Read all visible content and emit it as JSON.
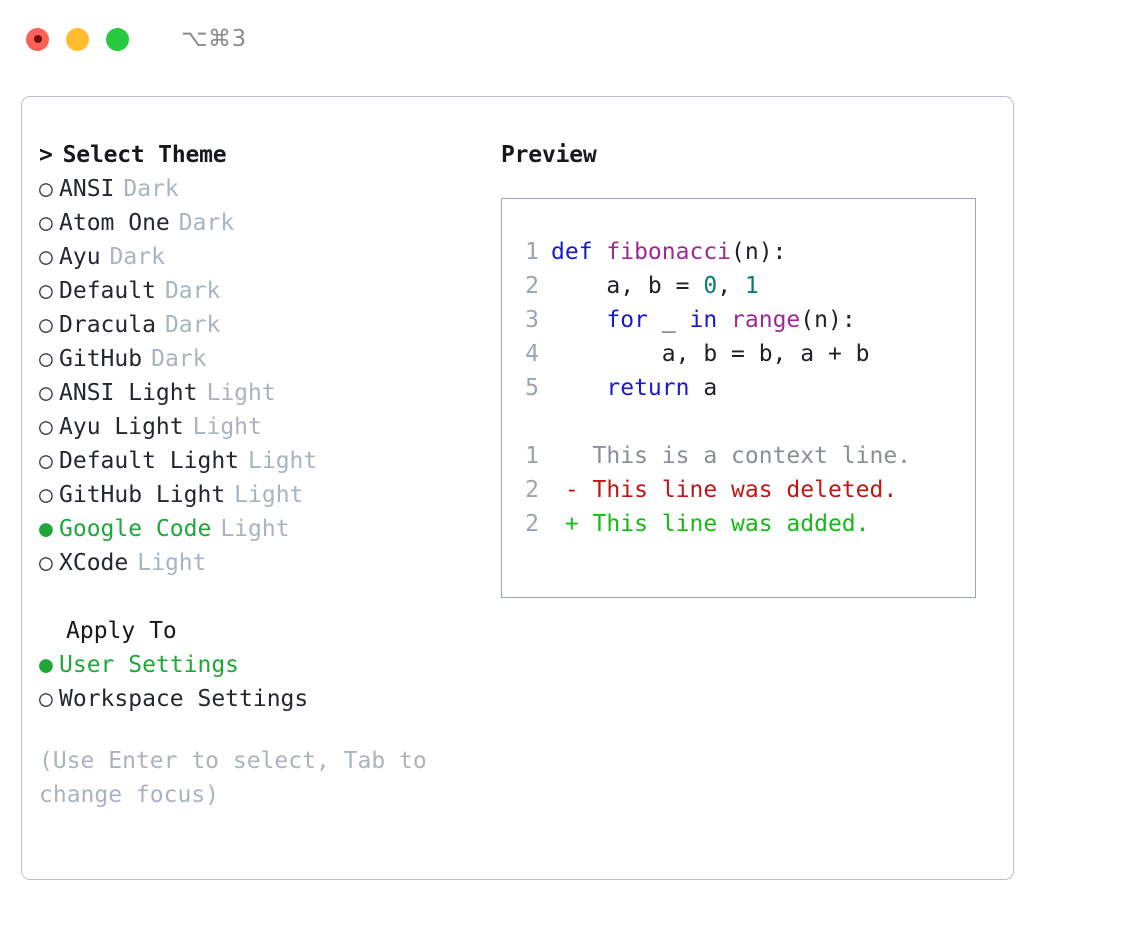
{
  "titlebar": {
    "shortcut": "⌥⌘3",
    "buttons": [
      {
        "name": "close",
        "color": "#ff6057"
      },
      {
        "name": "minimize",
        "color": "#ffbd2e"
      },
      {
        "name": "zoom",
        "color": "#28c840"
      }
    ]
  },
  "theme_picker": {
    "header": "Select Theme",
    "caret": ">",
    "bullet_selected": "●",
    "bullet_unselected": "○",
    "items": [
      {
        "name": "ANSI",
        "badge": "Dark",
        "selected": false
      },
      {
        "name": "Atom One",
        "badge": "Dark",
        "selected": false
      },
      {
        "name": "Ayu",
        "badge": "Dark",
        "selected": false
      },
      {
        "name": "Default",
        "badge": "Dark",
        "selected": false
      },
      {
        "name": "Dracula",
        "badge": "Dark",
        "selected": false
      },
      {
        "name": "GitHub",
        "badge": "Dark",
        "selected": false
      },
      {
        "name": "ANSI Light",
        "badge": "Light",
        "selected": false
      },
      {
        "name": "Ayu Light",
        "badge": "Light",
        "selected": false
      },
      {
        "name": "Default Light",
        "badge": "Light",
        "selected": false
      },
      {
        "name": "GitHub Light",
        "badge": "Light",
        "selected": false
      },
      {
        "name": "Google Code",
        "badge": "Light",
        "selected": true
      },
      {
        "name": "XCode",
        "badge": "Light",
        "selected": false
      }
    ]
  },
  "apply_to": {
    "title": "Apply To",
    "options": [
      {
        "label": "User Settings",
        "selected": true
      },
      {
        "label": "Workspace Settings",
        "selected": false
      }
    ]
  },
  "hint": "(Use Enter to select, Tab to change focus)",
  "preview": {
    "title": "Preview",
    "code_lines": [
      {
        "n": "1",
        "tokens": [
          {
            "t": "def ",
            "c": "kw"
          },
          {
            "t": "fibonacci",
            "c": "fn"
          },
          {
            "t": "(n):",
            "c": "pl"
          }
        ]
      },
      {
        "n": "2",
        "tokens": [
          {
            "t": "    a, b = ",
            "c": "pl"
          },
          {
            "t": "0",
            "c": "num"
          },
          {
            "t": ", ",
            "c": "pl"
          },
          {
            "t": "1",
            "c": "num"
          }
        ]
      },
      {
        "n": "3",
        "tokens": [
          {
            "t": "    ",
            "c": "pl"
          },
          {
            "t": "for",
            "c": "kw"
          },
          {
            "t": " _ ",
            "c": "pl"
          },
          {
            "t": "in",
            "c": "kw"
          },
          {
            "t": " ",
            "c": "pl"
          },
          {
            "t": "range",
            "c": "fn"
          },
          {
            "t": "(n):",
            "c": "pl"
          }
        ]
      },
      {
        "n": "4",
        "tokens": [
          {
            "t": "        a, b = b, a + b",
            "c": "pl"
          }
        ]
      },
      {
        "n": "5",
        "tokens": [
          {
            "t": "    ",
            "c": "pl"
          },
          {
            "t": "return",
            "c": "kw"
          },
          {
            "t": " a",
            "c": "pl"
          }
        ]
      }
    ],
    "diff_lines": [
      {
        "n": "1",
        "marker": " ",
        "text": "This is a context line.",
        "kind": "ctx"
      },
      {
        "n": "2",
        "marker": "-",
        "text": "This line was deleted.",
        "kind": "del"
      },
      {
        "n": "2",
        "marker": "+",
        "text": "This line was added.",
        "kind": "add"
      }
    ]
  },
  "colors": {
    "accent_green": "#1fa83a",
    "badge_gray": "#a9b4c0",
    "keyword_blue": "#1a1aca",
    "function_magenta": "#9c2a92",
    "number_teal": "#0a7a75",
    "diff_deleted": "#c01616",
    "diff_added": "#15bb15",
    "line_number": "#9aa5b1",
    "panel_border": "#b9c2cc",
    "preview_border": "#9aa6b4"
  }
}
